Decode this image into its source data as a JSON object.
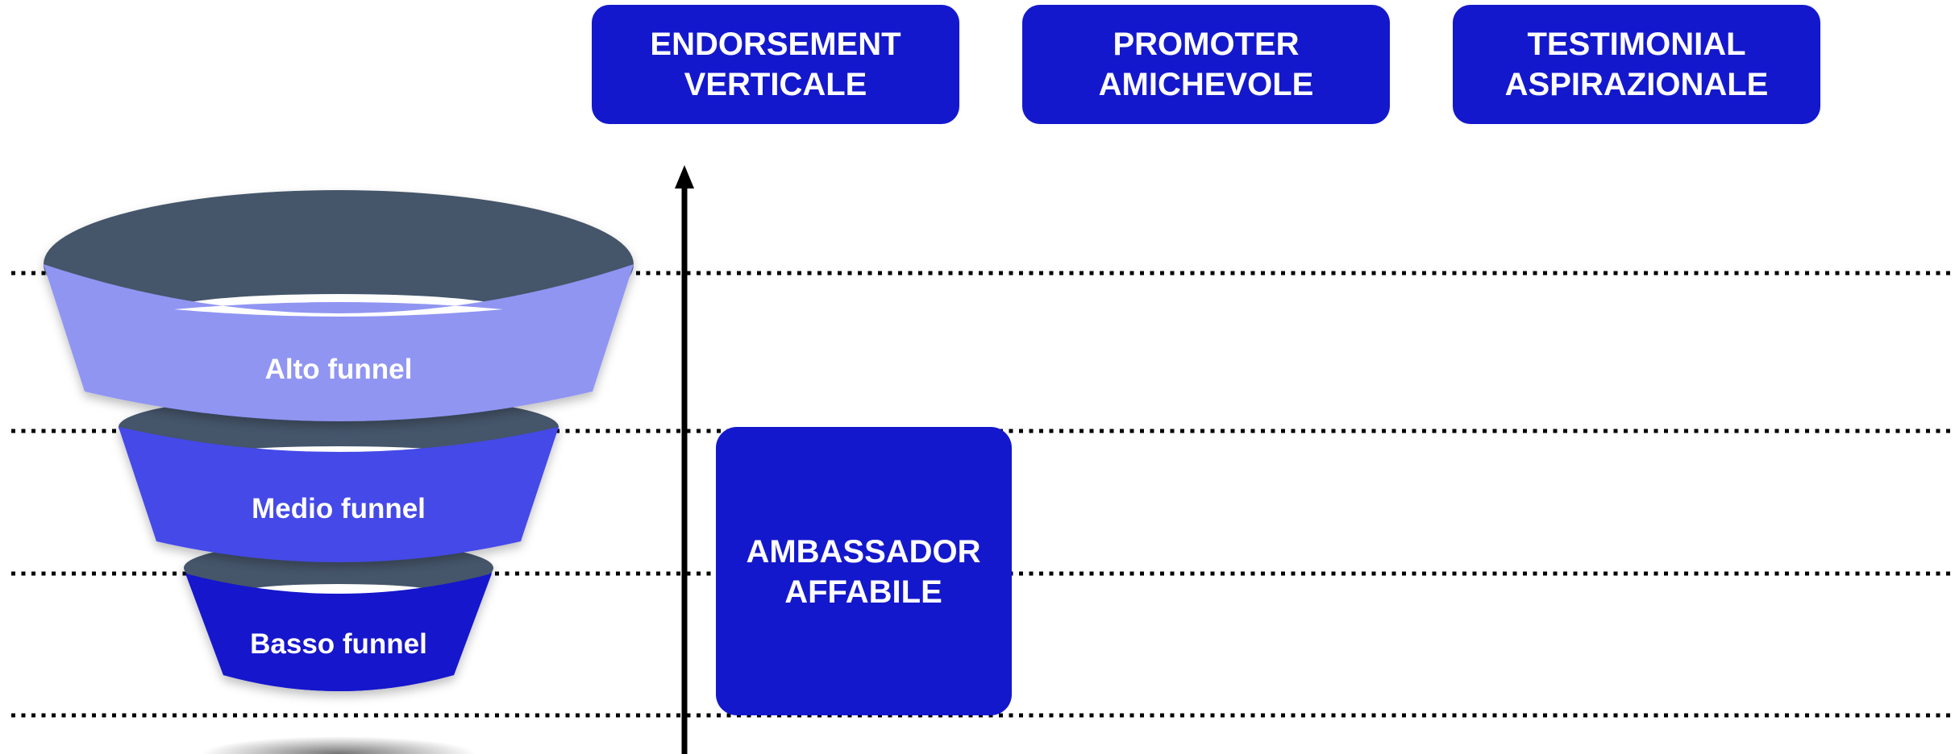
{
  "top_categories": [
    {
      "line1": "ENDORSEMENT",
      "line2": "VERTICALE"
    },
    {
      "line1": "PROMOTER",
      "line2": "AMICHEVOLE"
    },
    {
      "line1": "TESTIMONIAL",
      "line2": "ASPIRAZIONALE"
    }
  ],
  "funnel_tiers": [
    {
      "label": "Alto funnel"
    },
    {
      "label": "Medio funnel"
    },
    {
      "label": "Basso funnel"
    }
  ],
  "placed_box": {
    "line1": "AMBASSADOR",
    "line2": "AFFABILE"
  },
  "colors": {
    "category_box": "#1418CC",
    "tier_top": "#9095F2",
    "tier_middle": "#4548E8",
    "tier_bottom": "#1418CC",
    "rim": "#44556B",
    "axis": "#000000",
    "divider": "#000000",
    "label_text": "#FFFFFF"
  }
}
